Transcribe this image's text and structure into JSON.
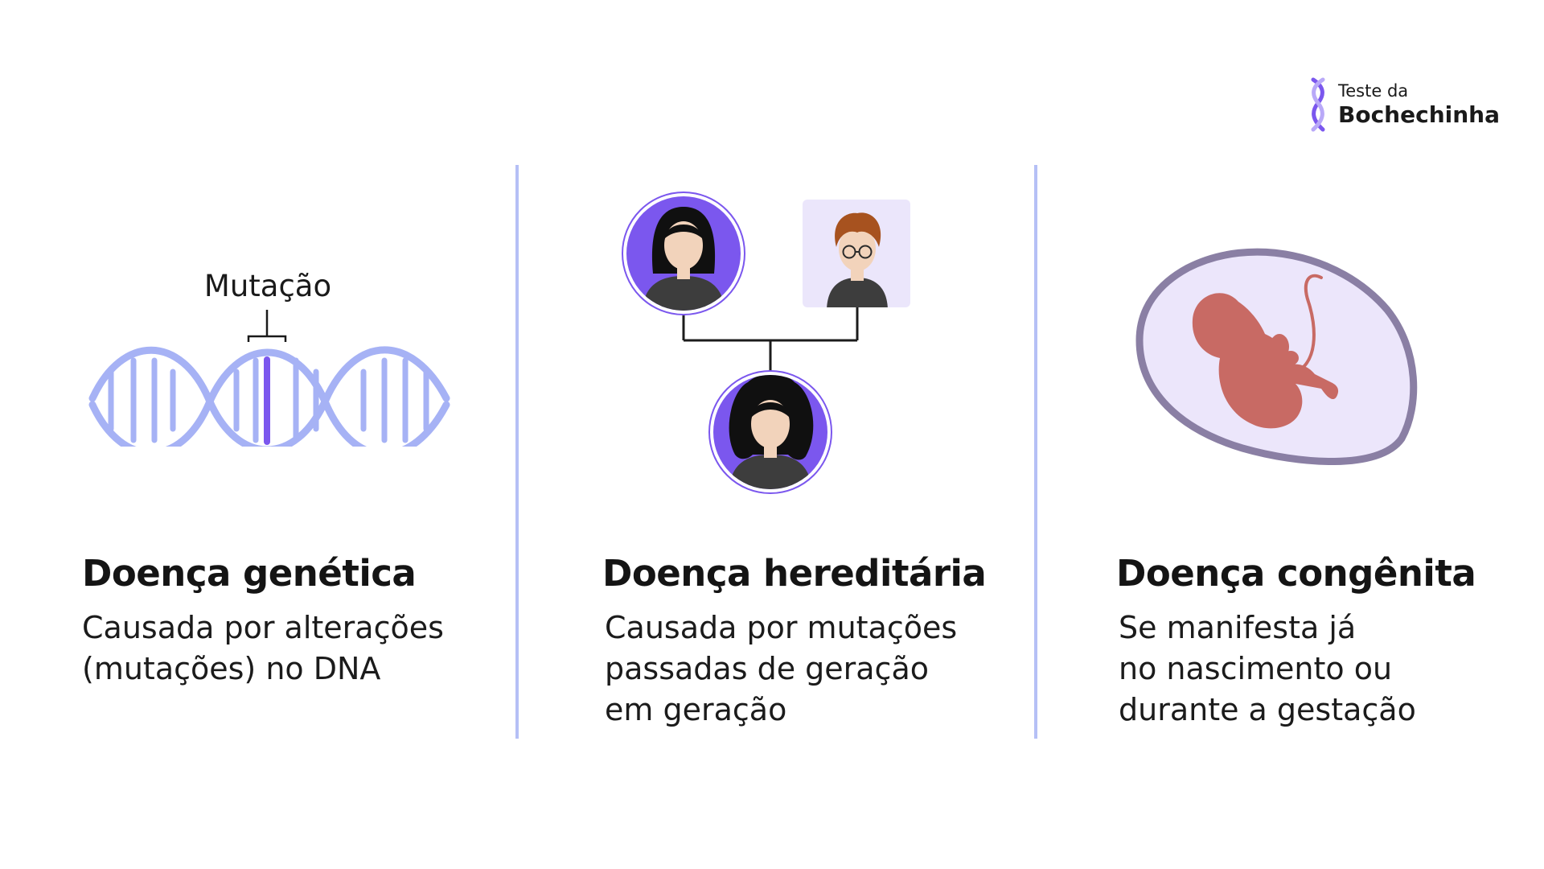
{
  "brand": {
    "line1": "Teste da",
    "line2": "Bochechinha"
  },
  "colors": {
    "purple": "#7b57ee",
    "dna": "#a6b2f5",
    "divider": "#b5c0f6",
    "fetus": "#c86a64",
    "womb_fill": "#ece6fb",
    "womb_stroke": "#8a7fa4"
  },
  "columns": [
    {
      "title": "Doença genética",
      "desc": [
        "Causada por alterações",
        "(mutações) no DNA"
      ],
      "illustration": {
        "type": "dna-helix",
        "label": "Mutação"
      }
    },
    {
      "title": "Doença hereditária",
      "desc": [
        "Causada por mutações",
        "passadas de geração",
        "em geração"
      ],
      "illustration": {
        "type": "family-tree"
      }
    },
    {
      "title": "Doença congênita",
      "desc": [
        "Se manifesta já",
        "no nascimento ou",
        "durante a gestação"
      ],
      "illustration": {
        "type": "fetus-in-womb"
      }
    }
  ]
}
